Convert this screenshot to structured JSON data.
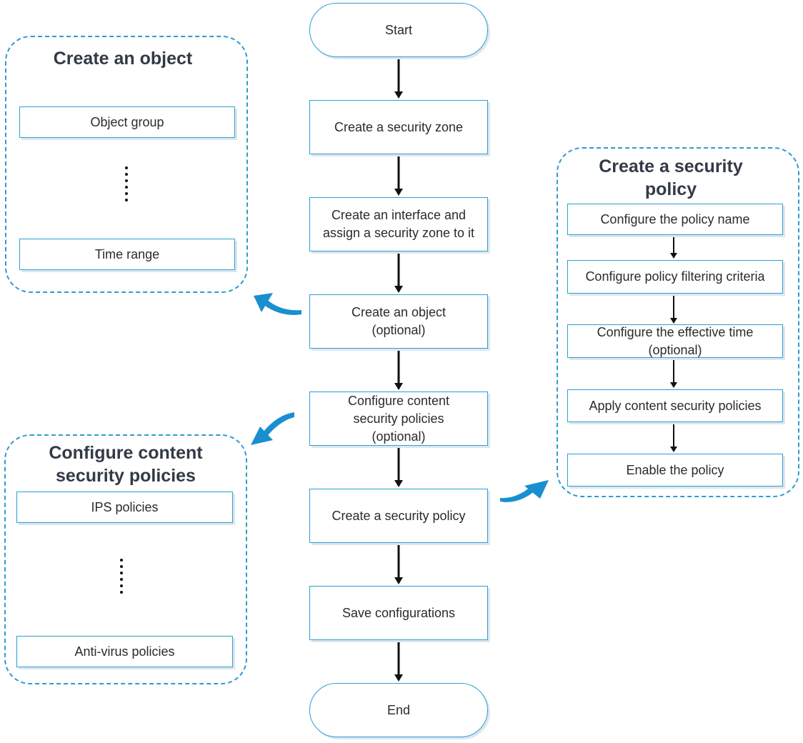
{
  "main_flow": {
    "start": "Start",
    "step1": "Create a security zone",
    "step2": "Create an interface and assign a security zone to it",
    "step3": "Create an object (optional)",
    "step4": "Configure content security policies (optional)",
    "step5": "Create a security policy",
    "step6": "Save configurations",
    "end": "End"
  },
  "object_group": {
    "title": "Create an object",
    "items": [
      "Object group",
      "Time range"
    ]
  },
  "content_group": {
    "title": "Configure content security policies",
    "items": [
      "IPS policies",
      "Anti-virus policies"
    ]
  },
  "policy_group": {
    "title": "Create a security policy",
    "steps": [
      "Configure the policy name",
      "Configure policy filtering criteria",
      "Configure the effective time (optional)",
      "Apply content security policies",
      "Enable the policy"
    ]
  },
  "colors": {
    "accent": "#2aa0d2",
    "arrow": "#111111",
    "curve_arrow": "#1a8fd0"
  }
}
